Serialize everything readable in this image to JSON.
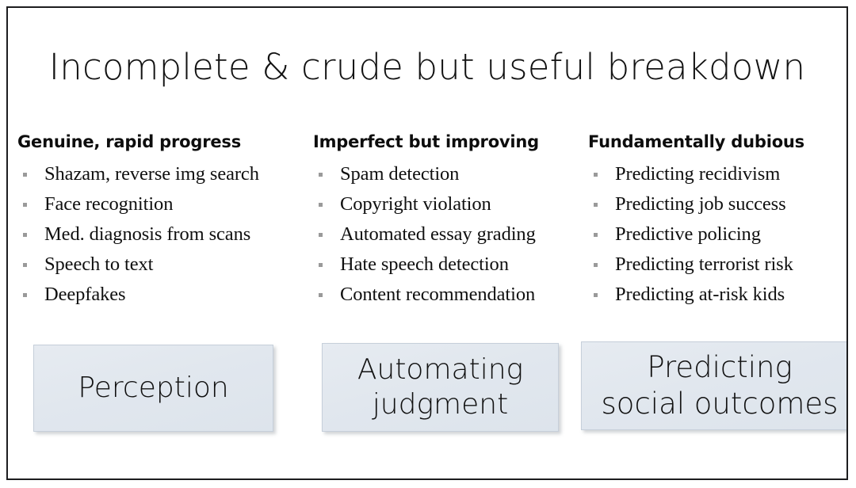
{
  "slide": {
    "title": "Incomplete & crude but useful breakdown",
    "border_color": "#1d1d1f",
    "background": "#ffffff"
  },
  "columns": [
    {
      "header": "Genuine, rapid progress",
      "items": [
        "Shazam, reverse img search",
        "Face recognition",
        "Med. diagnosis from scans",
        "Speech to text",
        "Deepfakes"
      ]
    },
    {
      "header": "Imperfect but improving",
      "items": [
        "Spam detection",
        "Copyright violation",
        "Automated essay grading",
        "Hate speech detection",
        "Content recommendation"
      ]
    },
    {
      "header": "Fundamentally dubious",
      "items": [
        "Predicting recidivism",
        "Predicting job success",
        "Predictive policing",
        "Predicting terrorist risk",
        "Predicting at-risk kids"
      ]
    }
  ],
  "boxes": [
    {
      "label": "Perception"
    },
    {
      "label": "Automating\njudgment"
    },
    {
      "label": "Predicting\nsocial outcomes"
    }
  ],
  "style": {
    "box_fill": "#e2e8ef",
    "box_border": "#c6cfda",
    "bullet_color": "#9a9a9a",
    "text_color": "#101010"
  }
}
